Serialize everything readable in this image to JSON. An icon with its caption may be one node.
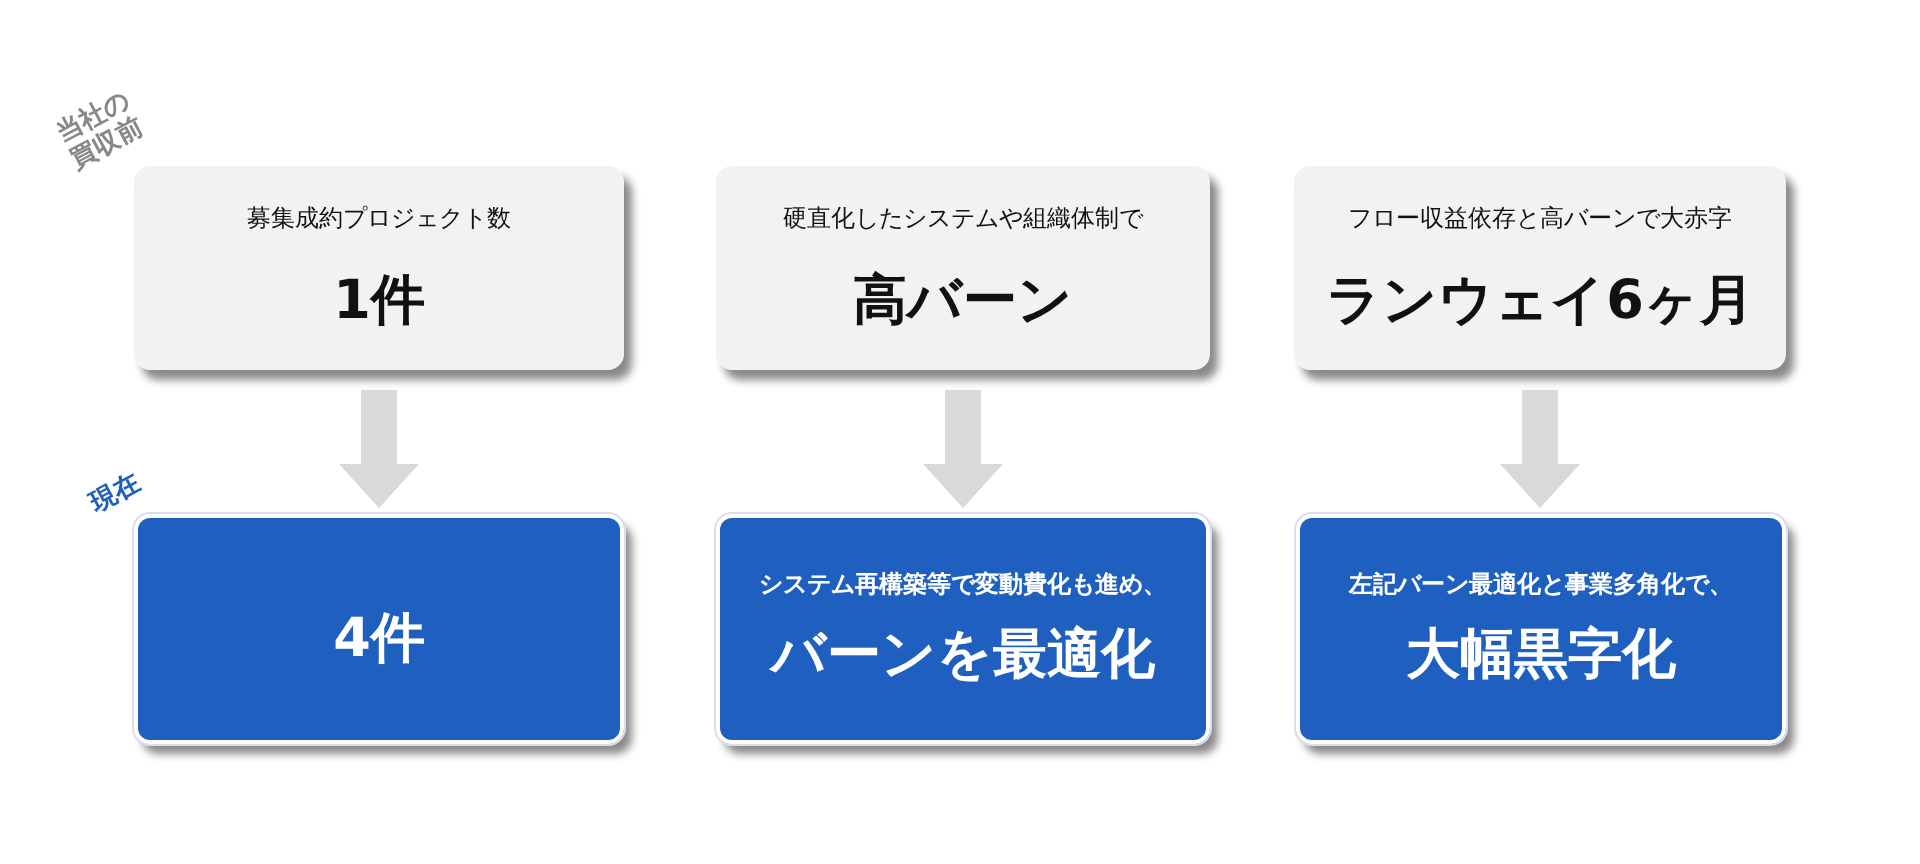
{
  "diagram": {
    "nodes": [
      {
        "text": [
          "募集成約プロジェクト数",
          "1件"
        ]
      },
      {
        "text": [
          "硬直化したシステムや組織体制で",
          "高バーン"
        ]
      },
      {
        "text": [
          "フロー収益依存と高バーンで大赤字",
          "ランウェイ6ヶ月"
        ]
      },
      {
        "text": [
          "4件"
        ]
      },
      {
        "text": [
          "システム再構築等で変動費化も進め、",
          "バーンを最適化"
        ]
      },
      {
        "text": [
          "左記バーン最適化と事業多角化で、",
          "大幅黒字化"
        ]
      }
    ],
    "edges": [
      {
        "from": 0,
        "to": 3,
        "arrow": "to"
      },
      {
        "from": 1,
        "to": 4,
        "arrow": "to"
      },
      {
        "from": 2,
        "to": 5,
        "arrow": "to"
      }
    ],
    "labels": [
      "当社の買収前",
      "現在"
    ]
  }
}
